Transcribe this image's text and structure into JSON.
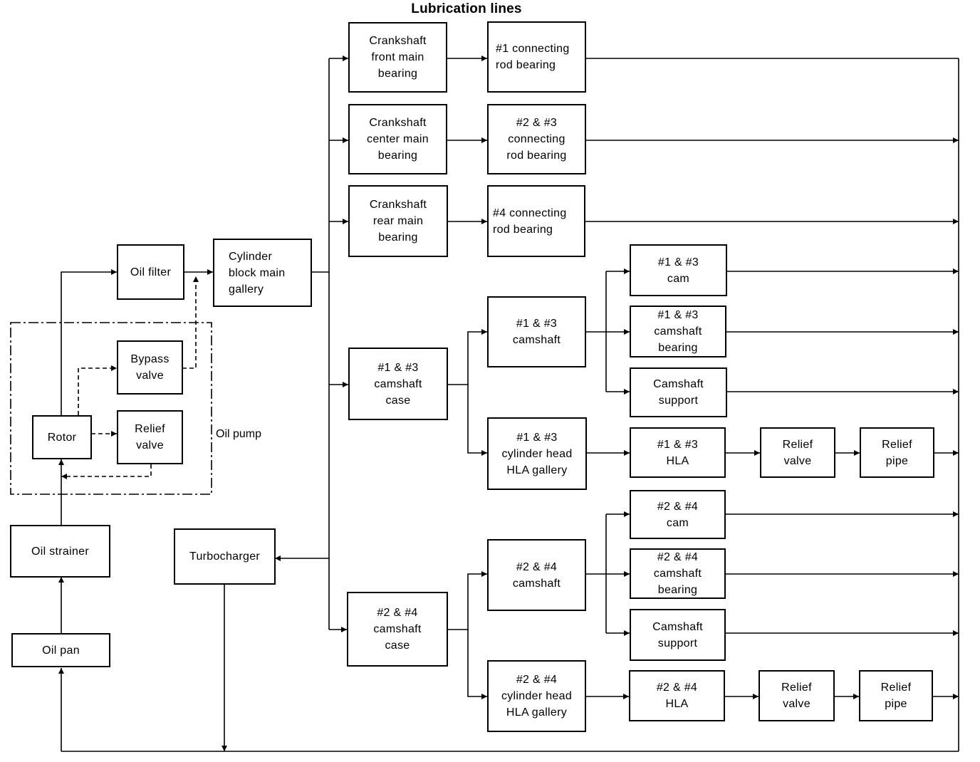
{
  "title": "Lubrication lines",
  "labels": {
    "oil_pump": "Oil pump"
  },
  "boxes": {
    "oil_pan": "Oil pan",
    "oil_strainer": "Oil strainer",
    "rotor": "Rotor",
    "bypass_valve": "Bypass\nvalve",
    "relief_valve_pump": "Relief\nvalve",
    "oil_filter": "Oil filter",
    "cylinder_block_main_gallery": "Cylinder\nblock main\ngallery",
    "turbocharger": "Turbocharger",
    "crank_front": "Crankshaft\nfront main\nbearing",
    "crank_center": "Crankshaft\ncenter main\nbearing",
    "crank_rear": "Crankshaft\nrear main\nbearing",
    "conrod_1": "#1 connecting\nrod bearing",
    "conrod_23": "#2 & #3\nconnecting\nrod bearing",
    "conrod_4": "#4 connecting\nrod bearing",
    "camcase_13": "#1 & #3\ncamshaft\ncase",
    "camshaft_13": "#1 & #3\ncamshaft",
    "hla_gallery_13": "#1 & #3\ncylinder head\nHLA gallery",
    "cam_13": "#1 & #3\ncam",
    "cam_bearing_13": "#1 & #3\ncamshaft\nbearing",
    "cam_support_13": "Camshaft\nsupport",
    "hla_13": "#1 & #3\nHLA",
    "relief_valve_13": "Relief\nvalve",
    "relief_pipe_13": "Relief\npipe",
    "camcase_24": "#2 & #4\ncamshaft\ncase",
    "camshaft_24": "#2 & #4\ncamshaft",
    "hla_gallery_24": "#2 & #4\ncylinder head\nHLA gallery",
    "cam_24": "#2 & #4\ncam",
    "cam_bearing_24": "#2 & #4\ncamshaft\nbearing",
    "cam_support_24": "Camshaft\nsupport",
    "hla_24": "#2 & #4\nHLA",
    "relief_valve_24": "Relief\nvalve",
    "relief_pipe_24": "Relief\npipe"
  }
}
